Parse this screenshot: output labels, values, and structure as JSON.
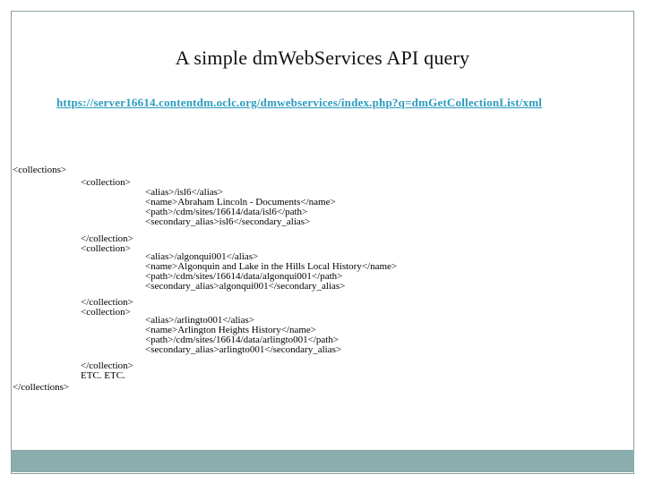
{
  "title": "A simple dmWebServices API query",
  "link": {
    "text": "https://server16614.contentdm.oclc.org/dmwebservices/index.php?q=dmGetCollectionList/xml",
    "href": "https://server16614.contentdm.oclc.org/dmwebservices/index.php?q=dmGetCollectionList/xml"
  },
  "xml": {
    "root_open": "<collections>",
    "root_close": "</collections>",
    "collection_open": "<collection>",
    "collection_close": "</collection>",
    "etc_label": "ETC. ETC.",
    "collections": [
      {
        "alias": "<alias>/isl6</alias>",
        "name": "<name>Abraham Lincoln - Documents</name>",
        "path": "<path>/cdm/sites/16614/data/isl6</path>",
        "secondary_alias": "<secondary_alias>isl6</secondary_alias>"
      },
      {
        "alias": "<alias>/algonqui001</alias>",
        "name": "<name>Algonquin and Lake in the Hills Local History</name>",
        "path": "<path>/cdm/sites/16614/data/algonqui001</path>",
        "secondary_alias": "<secondary_alias>algonqui001</secondary_alias>"
      },
      {
        "alias": "<alias>/arlingto001</alias>",
        "name": "<name>Arlington Heights History</name>",
        "path": "<path>/cdm/sites/16614/data/arlingto001</path>",
        "secondary_alias": "<secondary_alias>arlingto001</secondary_alias>"
      }
    ]
  },
  "colors": {
    "background": "#ffffff",
    "frame_border": "#8aa1a2",
    "accent_bar": "#8badad",
    "link": "#2a9bbf",
    "text": "#000000"
  }
}
